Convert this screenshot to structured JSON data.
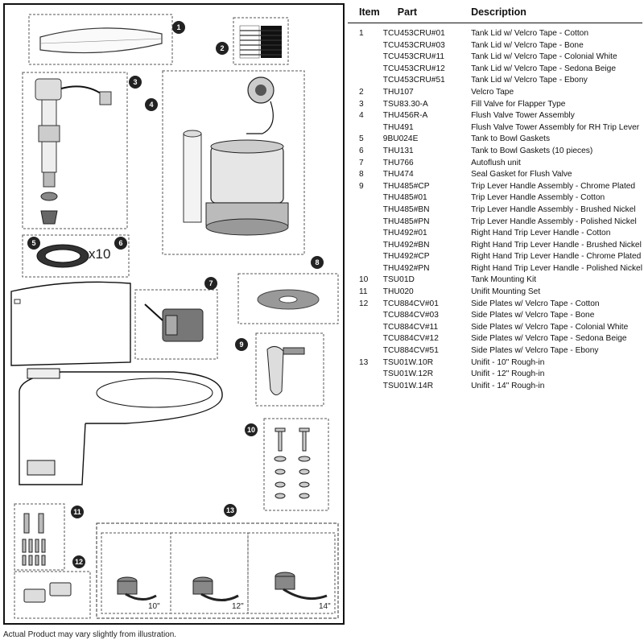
{
  "headers": {
    "item": "Item",
    "part": "Part",
    "description": "Description"
  },
  "rows": [
    {
      "item": "1",
      "part": "TCU453CRU#01",
      "description": "Tank Lid w/ Velcro Tape - Cotton"
    },
    {
      "item": "",
      "part": "TCU453CRU#03",
      "description": "Tank Lid w/ Velcro Tape - Bone"
    },
    {
      "item": "",
      "part": "TCU453CRU#11",
      "description": "Tank Lid w/ Velcro Tape - Colonial White"
    },
    {
      "item": "",
      "part": "TCU453CRU#12",
      "description": "Tank Lid w/ Velcro Tape - Sedona Beige"
    },
    {
      "item": "",
      "part": "TCU453CRU#51",
      "description": "Tank Lid w/ Velcro Tape - Ebony"
    },
    {
      "item": "2",
      "part": "THU107",
      "description": "Velcro Tape"
    },
    {
      "item": "3",
      "part": "TSU83.30-A",
      "description": "Fill Valve for Flapper Type"
    },
    {
      "item": "4",
      "part": "THU456R-A",
      "description": "Flush Valve Tower Assembly"
    },
    {
      "item": "",
      "part": "THU491",
      "description": "Flush Valve Tower Assembly for RH Trip Lever"
    },
    {
      "item": "5",
      "part": "9BU024E",
      "description": "Tank to Bowl Gaskets"
    },
    {
      "item": "6",
      "part": "THU131",
      "description": "Tank to Bowl Gaskets (10 pieces)"
    },
    {
      "item": "7",
      "part": "THU766",
      "description": "Autoflush unit"
    },
    {
      "item": "8",
      "part": "THU474",
      "description": "Seal Gasket for Flush Valve"
    },
    {
      "item": "9",
      "part": "THU485#CP",
      "description": "Trip Lever Handle Assembly - Chrome Plated"
    },
    {
      "item": "",
      "part": "THU485#01",
      "description": "Trip Lever Handle Assembly - Cotton"
    },
    {
      "item": "",
      "part": "THU485#BN",
      "description": "Trip Lever Handle Assembly - Brushed Nickel"
    },
    {
      "item": "",
      "part": "THU485#PN",
      "description": "Trip Lever Handle Assembly - Polished Nickel"
    },
    {
      "item": "",
      "part": "THU492#01",
      "description": "Right Hand Trip Lever Handle - Cotton"
    },
    {
      "item": "",
      "part": "THU492#BN",
      "description": "Right Hand Trip Lever Handle - Brushed Nickel"
    },
    {
      "item": "",
      "part": "THU492#CP",
      "description": "Right Hand Trip Lever Handle - Chrome Plated"
    },
    {
      "item": "",
      "part": "THU492#PN",
      "description": "Right Hand Trip Lever Handle - Polished Nickel"
    },
    {
      "item": "10",
      "part": "TSU01D",
      "description": "Tank Mounting Kit"
    },
    {
      "item": "11",
      "part": "THU020",
      "description": "Unifit Mounting Set"
    },
    {
      "item": "12",
      "part": "TCU884CV#01",
      "description": "Side Plates w/ Velcro Tape - Cotton"
    },
    {
      "item": "",
      "part": "TCU884CV#03",
      "description": "Side Plates w/ Velcro Tape - Bone"
    },
    {
      "item": "",
      "part": "TCU884CV#11",
      "description": "Side Plates w/ Velcro Tape - Colonial White"
    },
    {
      "item": "",
      "part": "TCU884CV#12",
      "description": "Side Plates w/ Velcro Tape - Sedona Beige"
    },
    {
      "item": "",
      "part": "TCU884CV#51",
      "description": "Side Plates w/ Velcro Tape - Ebony"
    },
    {
      "item": "13",
      "part": "TSU01W.10R",
      "description": "Unifit - 10\" Rough-in"
    },
    {
      "item": "",
      "part": "TSU01W.12R",
      "description": "Unifit - 12\" Rough-in"
    },
    {
      "item": "",
      "part": "TSU01W.14R",
      "description": "Unifit - 14\" Rough-in"
    }
  ],
  "diagram": {
    "callouts": [
      "1",
      "2",
      "3",
      "4",
      "5",
      "6",
      "7",
      "8",
      "9",
      "10",
      "11",
      "12",
      "13"
    ],
    "gasket_quantity": "x10",
    "rough_in_labels": [
      "10\"",
      "12\"",
      "14\""
    ]
  },
  "footnote": "Actual Product may vary slightly from illustration."
}
